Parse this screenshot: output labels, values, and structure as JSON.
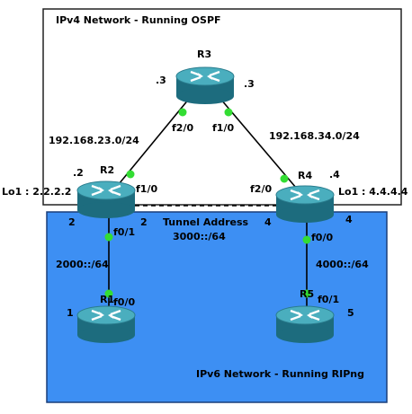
{
  "zones": {
    "ipv4_title": "IPv4 Network - Running OSPF",
    "ipv6_title": "IPv6 Network - Running RIPng",
    "ipv4_color": "#ffffff",
    "ipv6_color": "#3d8ff3"
  },
  "routers": {
    "r1": {
      "name": "R1",
      "id": "1"
    },
    "r2": {
      "name": "R2",
      "octet": ".2",
      "loopback": "Lo1 : 2.2.2.2",
      "id_left": "2",
      "id_right": "2"
    },
    "r3": {
      "name": "R3",
      "octet_left": ".3",
      "octet_right": ".3"
    },
    "r4": {
      "name": "R4",
      "octet": ".4",
      "loopback": "Lo1 : 4.4.4.4",
      "id_left": "4",
      "id_right": "4"
    },
    "r5": {
      "name": "R5",
      "id": "5"
    }
  },
  "interfaces": {
    "r3_left": "f2/0",
    "r3_right": "f1/0",
    "r2_up": "f1/0",
    "r4_up": "f2/0",
    "r2_down": "f0/1",
    "r1_up": "f0/0",
    "r4_down": "f0/0",
    "r5_up": "f0/1"
  },
  "networks": {
    "net_23": "192.168.23.0/24",
    "net_34": "192.168.34.0/24",
    "net_2000": "2000::/64",
    "net_4000": "4000::/64",
    "tunnel_label": "Tunnel Address",
    "tunnel_net": "3000::/64"
  },
  "colors": {
    "link_dot": "#33dd33",
    "router_body": "#1e6e80",
    "router_top": "#4ab0c0"
  }
}
